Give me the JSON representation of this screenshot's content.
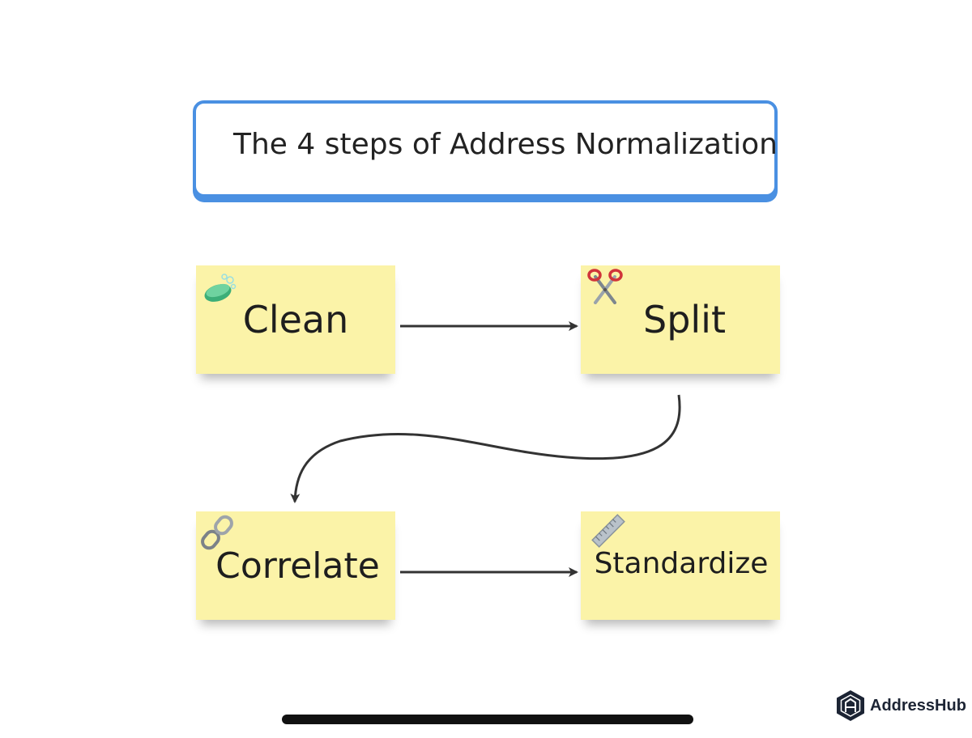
{
  "title": "The 4 steps of Address Normalization",
  "steps": [
    {
      "label": "Clean",
      "icon": "soap-icon"
    },
    {
      "label": "Split",
      "icon": "scissors-icon"
    },
    {
      "label": "Correlate",
      "icon": "link-icon"
    },
    {
      "label": "Standardize",
      "icon": "ruler-icon"
    }
  ],
  "brand": {
    "name": "AddressHub"
  },
  "colors": {
    "title_border": "#4a90e2",
    "note_fill": "#fbf3a8",
    "arrow": "#333333"
  }
}
